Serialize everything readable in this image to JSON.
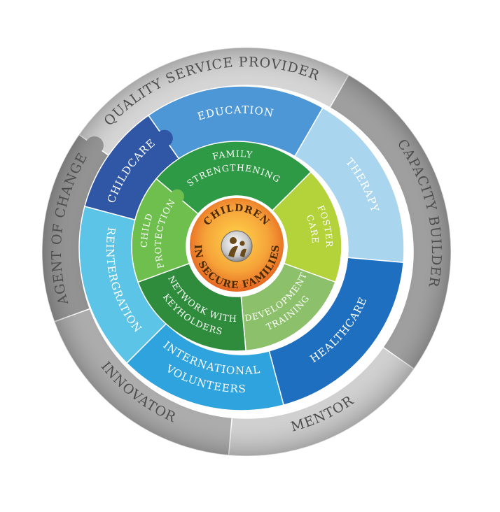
{
  "outer_ring": {
    "segments": [
      {
        "label": "QUALITY SERVICE PROVIDER",
        "color": "#d4d4d4",
        "start": -55,
        "end": 30
      },
      {
        "label": "CAPACITY BUILDER",
        "color": "#9a9a9a",
        "start": 30,
        "end": 125
      },
      {
        "label": "MENTOR",
        "color": "#cfcfcf",
        "start": 125,
        "end": 185
      },
      {
        "label": "INNOVATOR",
        "color": "#a8a8a8",
        "start": 185,
        "end": 250
      },
      {
        "label": "AGENT OF CHANGE",
        "color": "#8c8c8c",
        "start": 250,
        "end": 305
      }
    ]
  },
  "service_ring": {
    "segments": [
      {
        "label": "EDUCATION",
        "color": "#4e97d6",
        "start": -35,
        "end": 30
      },
      {
        "label": "THERAPY",
        "color": "#a9d6ee",
        "start": 30,
        "end": 95
      },
      {
        "label": "HEALTHCARE",
        "color": "#1f6fc0",
        "start": 95,
        "end": 165
      },
      {
        "label": "INTERNATIONAL",
        "label2": "VOLUNTEERS",
        "color": "#2ea3dd",
        "start": 165,
        "end": 225
      },
      {
        "label": "REINTERGRATION",
        "color": "#5cc4e6",
        "start": 225,
        "end": 285
      },
      {
        "label": "CHILDCARE",
        "color": "#2f57a5",
        "start": 285,
        "end": 325
      }
    ]
  },
  "program_ring": {
    "segments": [
      {
        "label": "FAMILY",
        "label2": "STRENGTHENING",
        "color": "#2f9a45",
        "start": -50,
        "end": 45
      },
      {
        "label": "FOSTER",
        "label2": "CARE",
        "color": "#b4d23a",
        "start": 45,
        "end": 110
      },
      {
        "label": "DEVELOPMENT",
        "label2": "TRAINING",
        "color": "#8cc06a",
        "start": 110,
        "end": 175
      },
      {
        "label": "NETWORK WITH",
        "label2": "KEYHOLDERS",
        "color": "#2f8c3c",
        "start": 175,
        "end": 250
      },
      {
        "label": "CHILD",
        "label2": "PROTECTION",
        "color": "#6fbf4e",
        "start": 250,
        "end": 310
      }
    ]
  },
  "core": {
    "top_label": "CHILDREN",
    "bottom_label": "IN SECURE FAMILIES",
    "color_outer": "#e8701a",
    "color_inner": "#f6b63a"
  }
}
